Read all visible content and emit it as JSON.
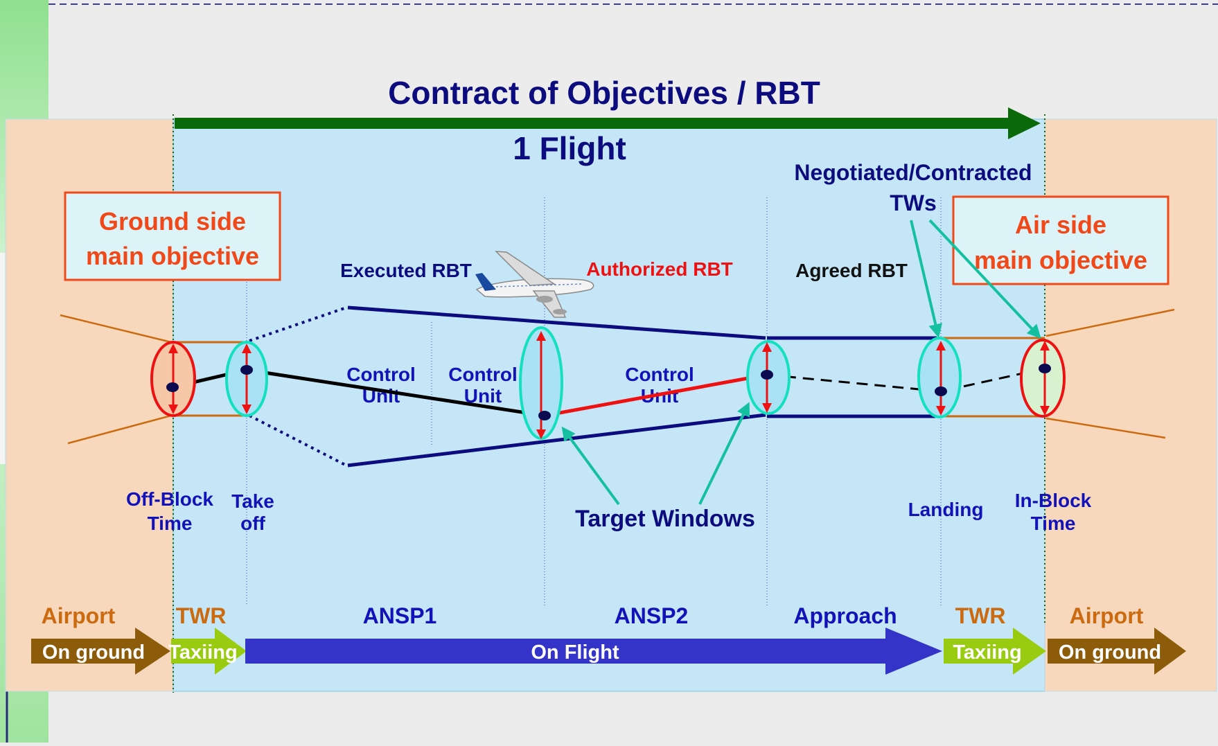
{
  "title": "Contract of Objectives / RBT",
  "flight_label": "1 Flight",
  "negotiated_label": [
    "Negotiated/Contracted",
    "TWs"
  ],
  "ground_objective": [
    "Ground side",
    "main objective"
  ],
  "air_objective": [
    "Air side",
    "main objective"
  ],
  "rbt_labels": {
    "executed": "Executed RBT",
    "authorized": "Authorized RBT",
    "agreed": "Agreed RBT"
  },
  "control_unit": [
    "Control",
    "Unit"
  ],
  "milestones": {
    "off_block": [
      "Off-Block",
      "Time"
    ],
    "take_off": [
      "Take",
      "off"
    ],
    "landing": "Landing",
    "in_block": [
      "In-Block",
      "Time"
    ]
  },
  "target_windows": "Target Windows",
  "phase_headers": {
    "airport_left": "Airport",
    "twr_left": "TWR",
    "ansp1": "ANSP1",
    "ansp2": "ANSP2",
    "approach": "Approach",
    "twr_right": "TWR",
    "airport_right": "Airport"
  },
  "phase_arrows": {
    "on_ground_left": "On ground",
    "taxiing_left": "Taxiing",
    "on_flight": "On Flight",
    "taxiing_right": "Taxiing",
    "on_ground_right": "On ground"
  },
  "colors": {
    "navy": "#0c0c7e",
    "blue_label": "#1212b8",
    "orange_text": "#f04818",
    "airport_text": "#cc6a10",
    "green_arrow": "#0a6a0a",
    "flight_arrow": "#3434c8",
    "taxi_arrow": "#99cc10",
    "ground_arrow": "#8c5c0a",
    "teal": "#14c0a0",
    "red": "#ee1111",
    "light_blue_panel": "#c4e6f6",
    "peach_panel": "#f7d8bc"
  }
}
